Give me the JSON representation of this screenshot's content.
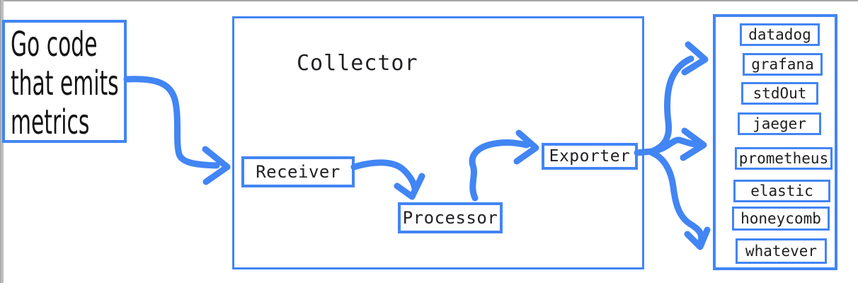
{
  "colors": {
    "accent": "#4285f4",
    "text": "#1f1f1f",
    "frame_gray": "#bdbdbd"
  },
  "source_box": {
    "lines": [
      "Go code",
      "that emits",
      "metrics"
    ]
  },
  "collector": {
    "title": "Collector",
    "receiver_label": "Receiver",
    "processor_label": "Processor",
    "exporter_label": "Exporter"
  },
  "destinations": [
    "datadog",
    "grafana",
    "stdOut",
    "jaeger",
    "prometheus",
    "elastic",
    "honeycomb",
    "whatever"
  ],
  "connectors": [
    "source-to-receiver-arrow",
    "receiver-to-processor-arrow",
    "processor-to-exporter-arrow",
    "exporter-fanout-up-arrow",
    "exporter-fanout-middle-arrow",
    "exporter-fanout-down-arrow"
  ]
}
